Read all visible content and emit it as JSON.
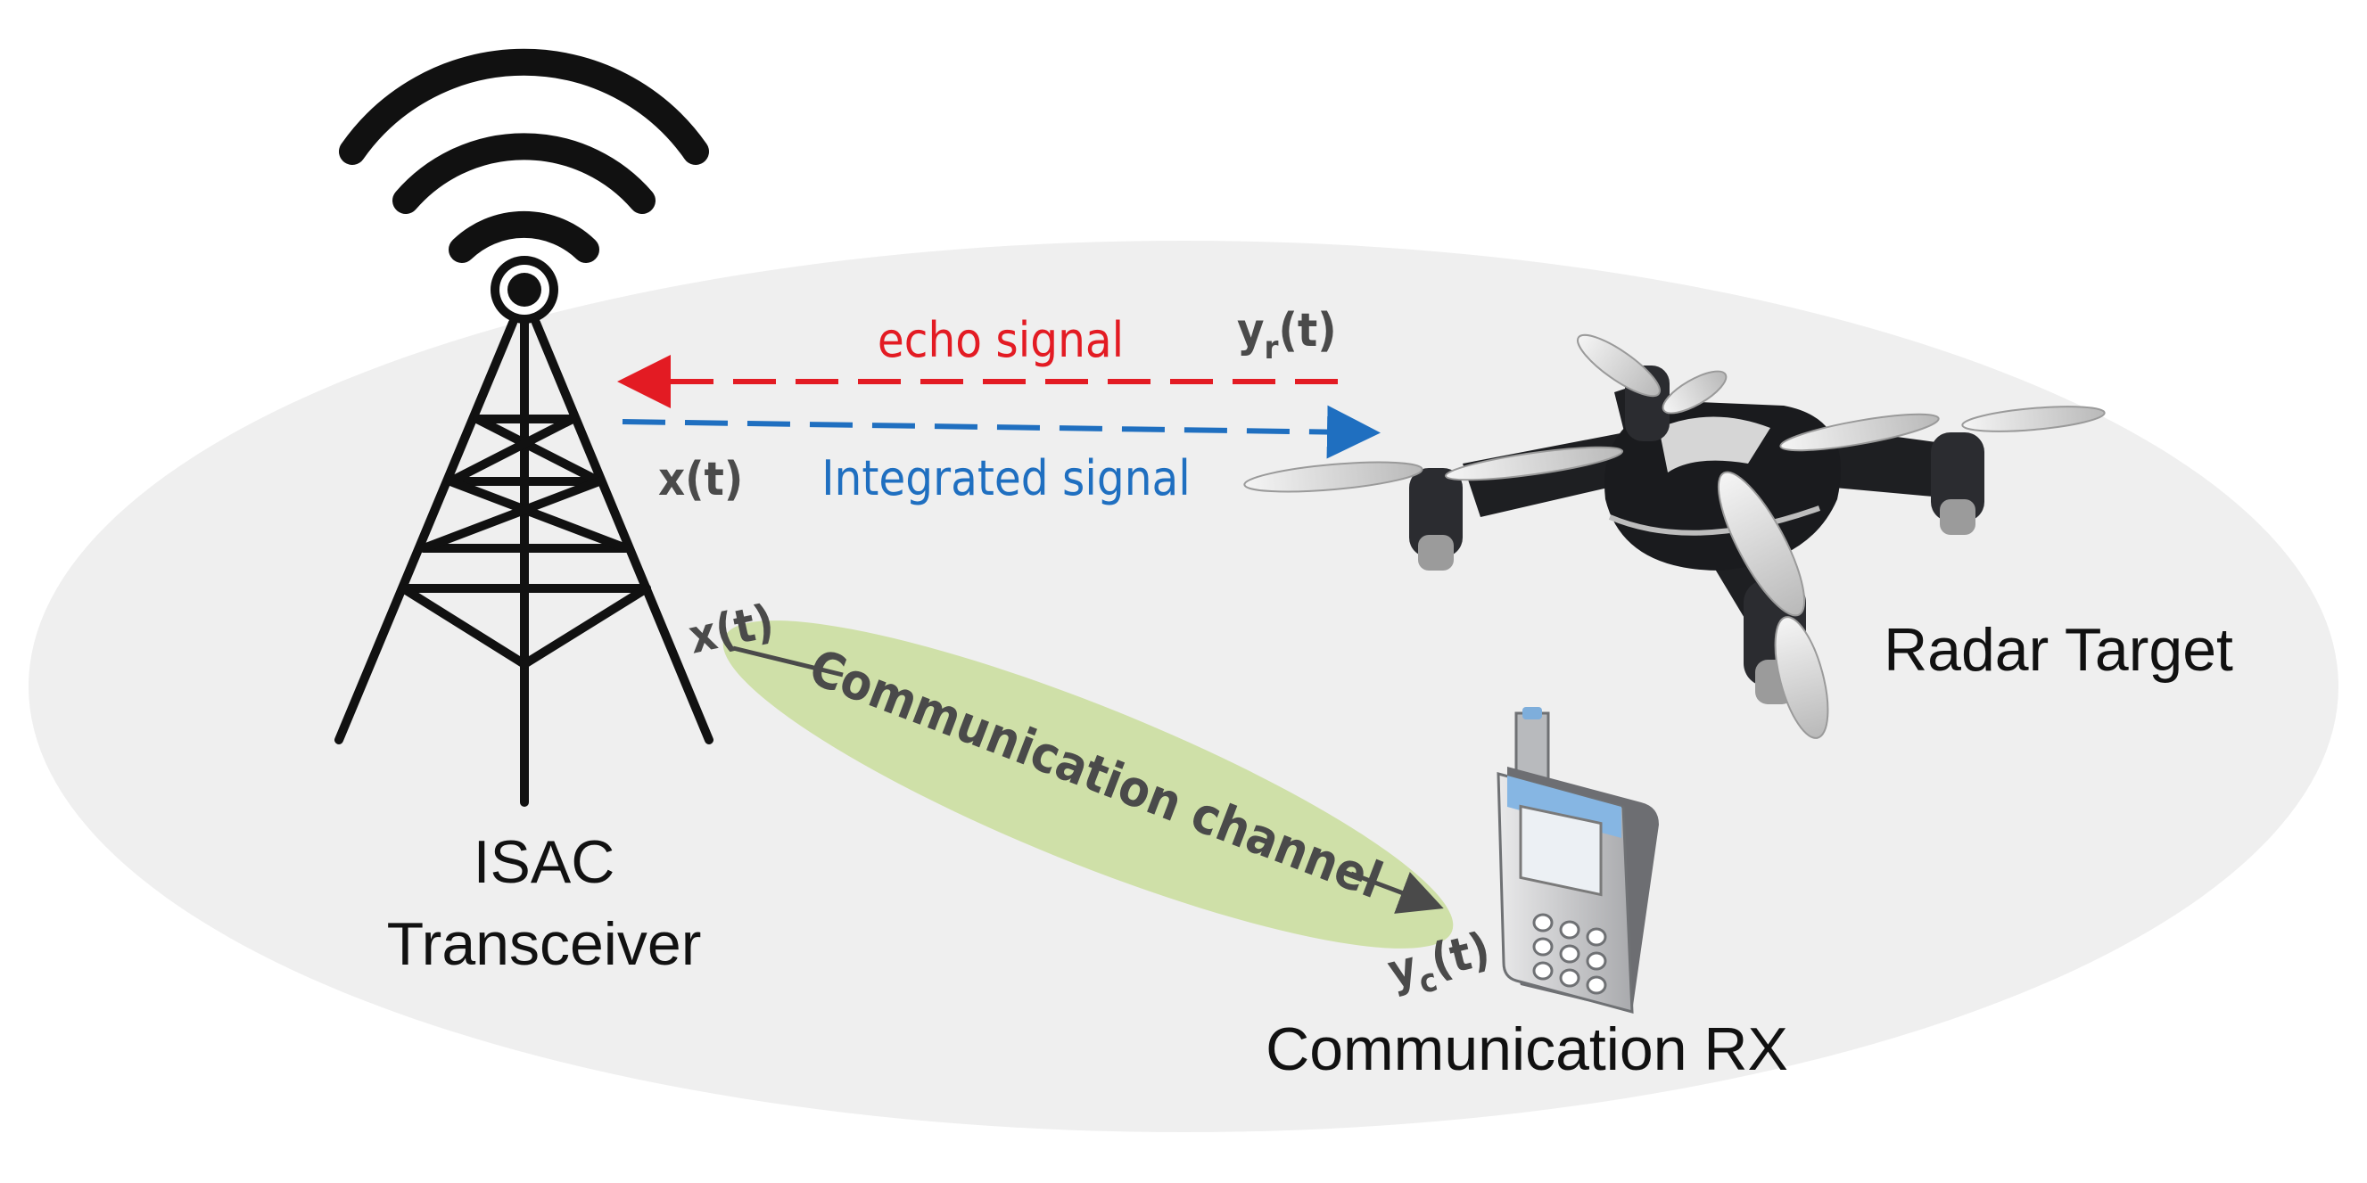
{
  "labels": {
    "tower": [
      "ISAC",
      "Transceiver"
    ],
    "drone": "Radar Target",
    "phone": "Communication RX",
    "echo": "echo signal",
    "integrated": "Integrated signal",
    "channel": "Communication channel",
    "x_upper": "x(t)",
    "x_lower": "x(t)",
    "yr_main": "y",
    "yr_sub": "r",
    "yr_tail": "(t)",
    "yc_main": "y",
    "yc_sub": "c",
    "yc_tail": "(t)"
  },
  "colors": {
    "echo": "#e31b23",
    "integrated": "#1f6fc0",
    "channel_fill": "#cfe0a8",
    "signal_text": "#4a4a4a",
    "background_ellipse": "#efefef"
  },
  "icons": [
    "cell-tower-icon",
    "wifi-waves-icon",
    "drone-icon",
    "mobile-phone-icon"
  ]
}
